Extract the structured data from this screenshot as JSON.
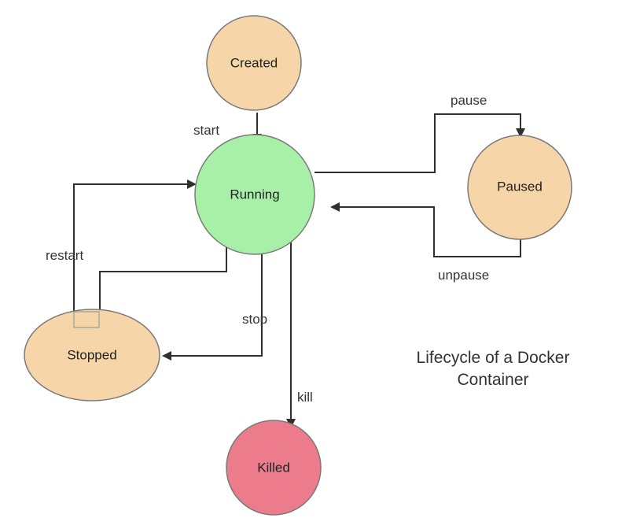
{
  "diagram": {
    "caption_line1": "Lifecycle of a Docker",
    "caption_line2": "Container",
    "states": {
      "created": {
        "label": "Created",
        "color": "#f6d6a8"
      },
      "running": {
        "label": "Running",
        "color": "#a8f0a8"
      },
      "paused": {
        "label": "Paused",
        "color": "#f6d6a8"
      },
      "stopped": {
        "label": "Stopped",
        "color": "#f6d6a8"
      },
      "killed": {
        "label": "Killed",
        "color": "#ec7b8b"
      }
    },
    "transitions": {
      "start": "start",
      "pause": "pause",
      "unpause": "unpause",
      "restart": "restart",
      "stop": "stop",
      "kill": "kill"
    }
  }
}
